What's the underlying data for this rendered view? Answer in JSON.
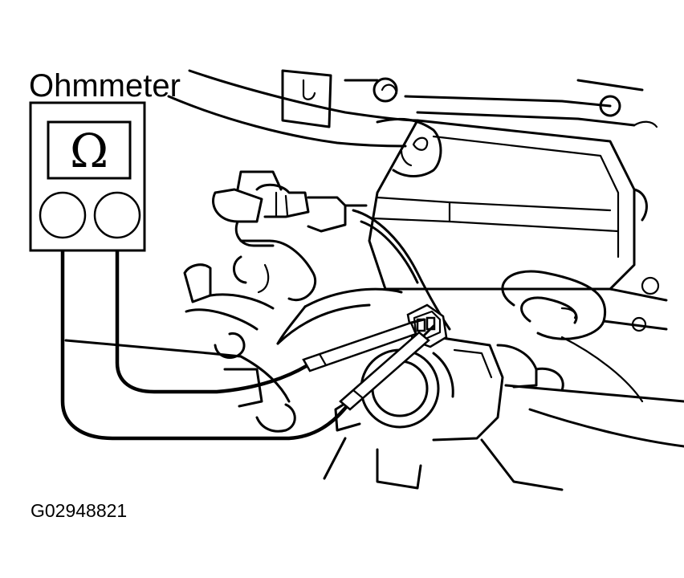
{
  "diagram": {
    "title": "Ohmmeter",
    "meter_symbol": "Ω",
    "figure_code": "G02948821"
  },
  "colors": {
    "ink": "#000000",
    "paper": "#ffffff"
  },
  "icons": {
    "meter": "ohmmeter-icon",
    "probe": "test-probe-icon",
    "connector": "sensor-connector-icon"
  }
}
